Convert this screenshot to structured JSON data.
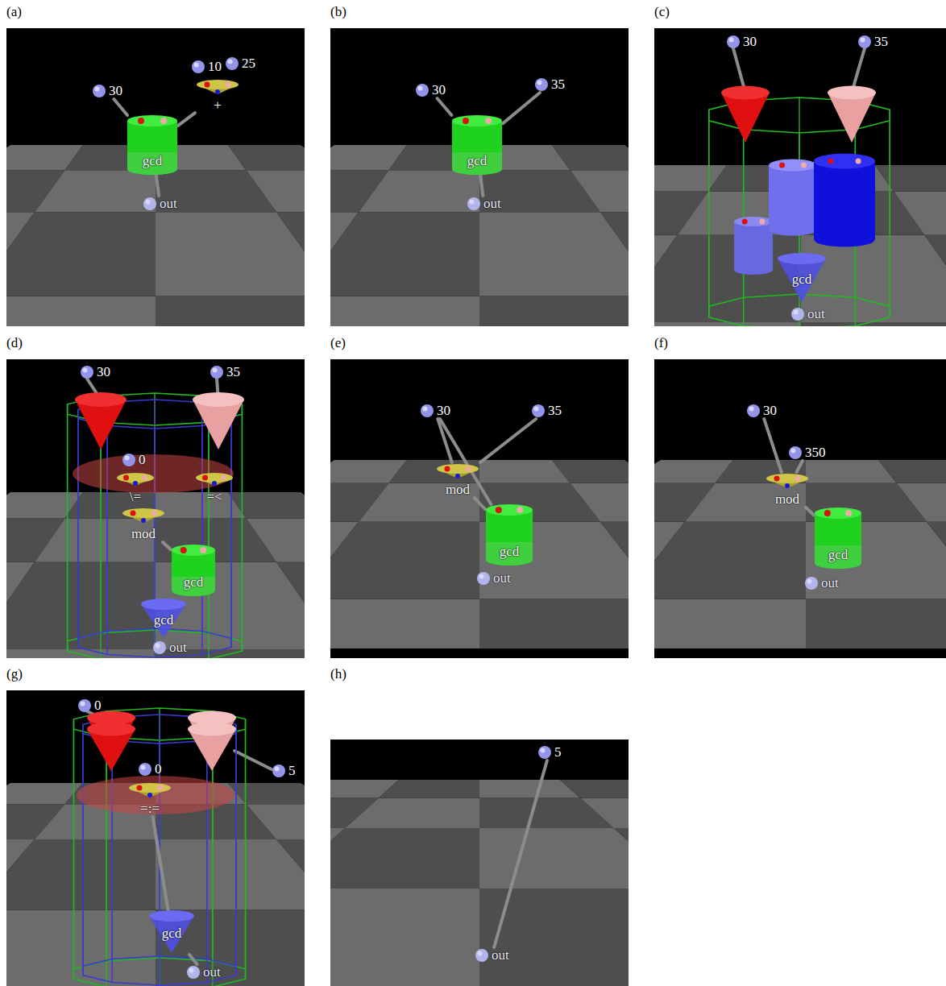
{
  "diagram": {
    "nodes": [
      {
        "text": [
          "(a)"
        ]
      },
      {
        "text": [
          "30"
        ],
        "in": 0
      },
      {
        "text": [
          "10"
        ],
        "in": 0
      },
      {
        "text": [
          "25"
        ],
        "in": 0
      },
      {
        "text": [
          "+"
        ],
        "in": 0
      },
      {
        "text": [
          "gcd"
        ],
        "in": 0
      },
      {
        "text": [
          "out"
        ],
        "in": 0
      },
      {
        "text": [
          "(b)"
        ]
      },
      {
        "text": [
          "30"
        ],
        "in": 7
      },
      {
        "text": [
          "35"
        ],
        "in": 7
      },
      {
        "text": [
          "gcd"
        ],
        "in": 7
      },
      {
        "text": [
          "out"
        ],
        "in": 7
      },
      {
        "text": [
          "(c)"
        ]
      },
      {
        "text": [
          "30"
        ],
        "in": 12
      },
      {
        "text": [
          "35"
        ],
        "in": 12
      },
      {
        "text": [
          "gcd"
        ],
        "in": 12
      },
      {
        "text": [
          "out"
        ],
        "in": 12
      },
      {
        "text": [
          "(d)"
        ]
      },
      {
        "text": [
          "30"
        ],
        "in": 17
      },
      {
        "text": [
          "35"
        ],
        "in": 17
      },
      {
        "text": [
          "0"
        ],
        "in": 17
      },
      {
        "text": [
          "\\="
        ],
        "in": 17
      },
      {
        "text": [
          "=<"
        ],
        "in": 17
      },
      {
        "text": [
          "mod"
        ],
        "in": 17
      },
      {
        "text": [
          "gcd"
        ],
        "in": 17
      },
      {
        "text": [
          "gcd"
        ],
        "in": 17
      },
      {
        "text": [
          "out"
        ],
        "in": 17
      },
      {
        "text": [
          "(e)"
        ]
      },
      {
        "text": [
          "30"
        ],
        "in": 27
      },
      {
        "text": [
          "35"
        ],
        "in": 27
      },
      {
        "text": [
          "mod"
        ],
        "in": 27
      },
      {
        "text": [
          "gcd"
        ],
        "in": 27
      },
      {
        "text": [
          "out"
        ],
        "in": 27
      },
      {
        "text": [
          "(f)"
        ]
      },
      {
        "text": [
          "30"
        ],
        "in": 33
      },
      {
        "text": [
          "350"
        ],
        "in": 33
      },
      {
        "text": [
          "mod"
        ],
        "in": 33
      },
      {
        "text": [
          "gcd"
        ],
        "in": 33
      },
      {
        "text": [
          "out"
        ],
        "in": 33
      },
      {
        "text": [
          "(g)"
        ]
      },
      {
        "text": [
          "0"
        ],
        "in": 39
      },
      {
        "text": [
          "5"
        ],
        "in": 39
      },
      {
        "text": [
          "0"
        ],
        "in": 39
      },
      {
        "text": [
          "=:="
        ],
        "in": 39
      },
      {
        "text": [
          "gcd"
        ],
        "in": 39
      },
      {
        "text": [
          "out"
        ],
        "in": 39
      },
      {
        "text": [
          "(h)"
        ]
      },
      {
        "text": [
          "5"
        ],
        "in": 46
      },
      {
        "text": [
          "out"
        ],
        "in": 46
      }
    ],
    "edges": [
      {
        "from": 1,
        "to": 5,
        "arrow": "none"
      },
      {
        "from": 4,
        "to": 5,
        "arrow": "none"
      },
      {
        "from": 5,
        "to": 6,
        "arrow": "none"
      },
      {
        "from": 8,
        "to": 10,
        "arrow": "none"
      },
      {
        "from": 9,
        "to": 10,
        "arrow": "none"
      },
      {
        "from": 10,
        "to": 11,
        "arrow": "none"
      },
      {
        "from": 23,
        "to": 24,
        "arrow": "none"
      },
      {
        "from": 28,
        "to": 30,
        "arrow": "none"
      },
      {
        "from": 28,
        "to": 31,
        "arrow": "none"
      },
      {
        "from": 29,
        "to": 30,
        "arrow": "none"
      },
      {
        "from": 30,
        "to": 31,
        "arrow": "none"
      },
      {
        "from": 34,
        "to": 36,
        "arrow": "none"
      },
      {
        "from": 35,
        "to": 36,
        "arrow": "none"
      },
      {
        "from": 36,
        "to": 37,
        "arrow": "none"
      },
      {
        "from": 43,
        "to": 44,
        "arrow": "none"
      },
      {
        "from": 44,
        "to": 45,
        "arrow": "none"
      },
      {
        "from": 47,
        "to": 48,
        "arrow": "none"
      }
    ]
  }
}
